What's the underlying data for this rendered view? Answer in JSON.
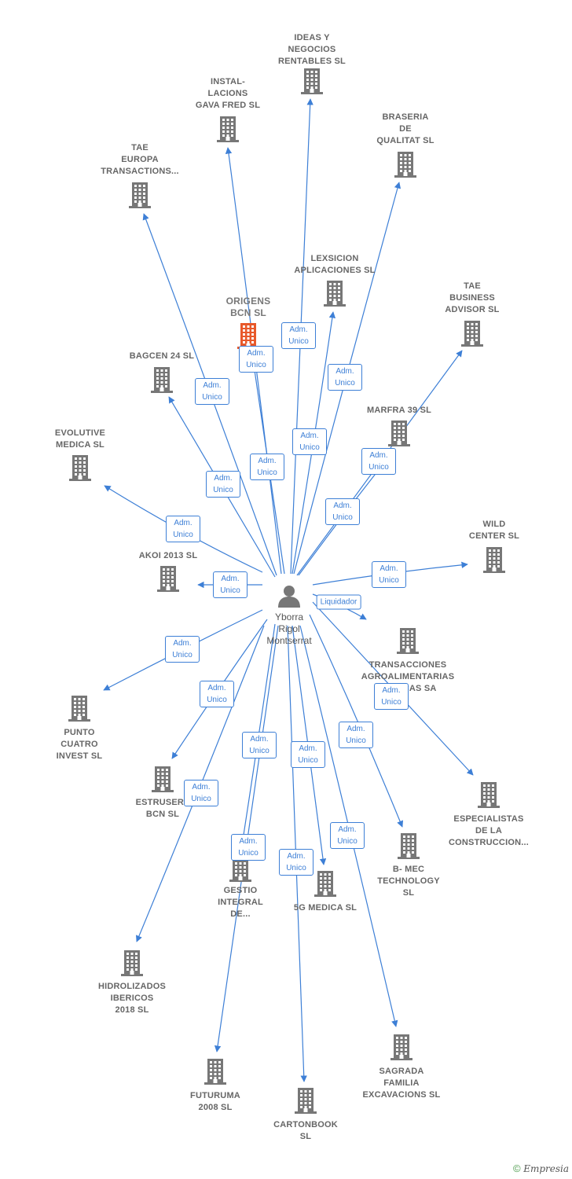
{
  "center": {
    "name": "Yborra\nRigol\nMontserrat",
    "icon": "person-icon"
  },
  "colors": {
    "edge": "#3d7fd6",
    "building": "#777777",
    "highlight": "#e8592a",
    "text": "#666666"
  },
  "nodes": [
    {
      "id": "ideas",
      "label": "IDEAS Y\nNEGOCIOS\nRENTABLES SL",
      "icon": "building-icon"
    },
    {
      "id": "instal",
      "label": "INSTAL-\nLACIONS\nGAVA FRED SL",
      "icon": "building-icon"
    },
    {
      "id": "braseria",
      "label": "BRASERIA\nDE\nQUALITAT  SL",
      "icon": "building-icon"
    },
    {
      "id": "tae_europa",
      "label": "TAE\nEUROPA\nTRANSACTIONS...",
      "icon": "building-icon"
    },
    {
      "id": "lexsicion",
      "label": "LEXSICION\nAPLICACIONES SL",
      "icon": "building-icon"
    },
    {
      "id": "origens",
      "label": "ORIGENS\nBCN  SL",
      "icon": "building-icon",
      "highlight": true
    },
    {
      "id": "tae_business",
      "label": "TAE\nBUSINESS\nADVISOR  SL",
      "icon": "building-icon"
    },
    {
      "id": "bagcen",
      "label": "BAGCEN 24  SL",
      "icon": "building-icon"
    },
    {
      "id": "marfra",
      "label": "MARFRA 39  SL",
      "icon": "building-icon"
    },
    {
      "id": "evolutive",
      "label": "EVOLUTIVE\nMEDICA  SL",
      "icon": "building-icon"
    },
    {
      "id": "wild",
      "label": "WILD\nCENTER SL",
      "icon": "building-icon"
    },
    {
      "id": "akoi",
      "label": "AKOI 2013  SL",
      "icon": "building-icon"
    },
    {
      "id": "transacciones",
      "label": "TRANSACCIONES\nAGROALIMENTARIAS\nIBERICAS SA",
      "icon": "building-icon"
    },
    {
      "id": "punto",
      "label": "PUNTO\nCUATRO\nINVEST  SL",
      "icon": "building-icon"
    },
    {
      "id": "especialistas",
      "label": "ESPECIALISTAS\nDE LA\nCONSTRUCCION...",
      "icon": "building-icon"
    },
    {
      "id": "estruserv",
      "label": "ESTRUSERV\nBCN SL",
      "icon": "building-icon"
    },
    {
      "id": "bmec",
      "label": "B- MEC\nTECHNOLOGY\nSL",
      "icon": "building-icon"
    },
    {
      "id": "gestio",
      "label": "GESTIO\nINTEGRAL\nDE...",
      "icon": "building-icon"
    },
    {
      "id": "g5medica",
      "label": "5G MEDICA  SL",
      "icon": "building-icon"
    },
    {
      "id": "hidrolizados",
      "label": "HIDROLIZADOS\nIBERICOS\n2018  SL",
      "icon": "building-icon"
    },
    {
      "id": "sagrada",
      "label": "SAGRADA\nFAMILIA\nEXCAVACIONS SL",
      "icon": "building-icon"
    },
    {
      "id": "futuruma",
      "label": "FUTURUMA\n2008 SL",
      "icon": "building-icon"
    },
    {
      "id": "cartonbook",
      "label": "CARTONBOOK\nSL",
      "icon": "building-icon"
    }
  ],
  "edges": [
    {
      "to": "ideas",
      "label": "Adm.\nUnico"
    },
    {
      "to": "instal",
      "label": "Adm.\nUnico"
    },
    {
      "to": "braseria",
      "label": "Adm.\nUnico"
    },
    {
      "to": "tae_europa",
      "label": "Adm.\nUnico"
    },
    {
      "to": "lexsicion",
      "label": "Adm.\nUnico"
    },
    {
      "to": "origens",
      "label": "Adm.\nUnico"
    },
    {
      "to": "tae_business",
      "label": "Adm.\nUnico"
    },
    {
      "to": "bagcen",
      "label": "Adm.\nUnico"
    },
    {
      "to": "marfra",
      "label": "Adm.\nUnico"
    },
    {
      "to": "evolutive",
      "label": "Adm.\nUnico"
    },
    {
      "to": "wild",
      "label": "Adm.\nUnico"
    },
    {
      "to": "akoi",
      "label": "Adm.\nUnico"
    },
    {
      "to": "transacciones",
      "label": "Liquidador"
    },
    {
      "to": "punto",
      "label": "Adm.\nUnico"
    },
    {
      "to": "especialistas",
      "label": "Adm.\nUnico"
    },
    {
      "to": "estruserv",
      "label": "Adm.\nUnico"
    },
    {
      "to": "bmec",
      "label": "Adm.\nUnico"
    },
    {
      "to": "gestio",
      "label": "Adm.\nUnico"
    },
    {
      "to": "g5medica",
      "label": "Adm.\nUnico"
    },
    {
      "to": "hidrolizados",
      "label": "Adm.\nUnico"
    },
    {
      "to": "sagrada",
      "label": "Adm.\nUnico"
    },
    {
      "to": "futuruma",
      "label": "Adm.\nUnico"
    },
    {
      "to": "cartonbook",
      "label": "Adm.\nUnico"
    }
  ],
  "footer": {
    "copyright": "©",
    "brand": "Empresia",
    "icon": "copyright-icon"
  }
}
